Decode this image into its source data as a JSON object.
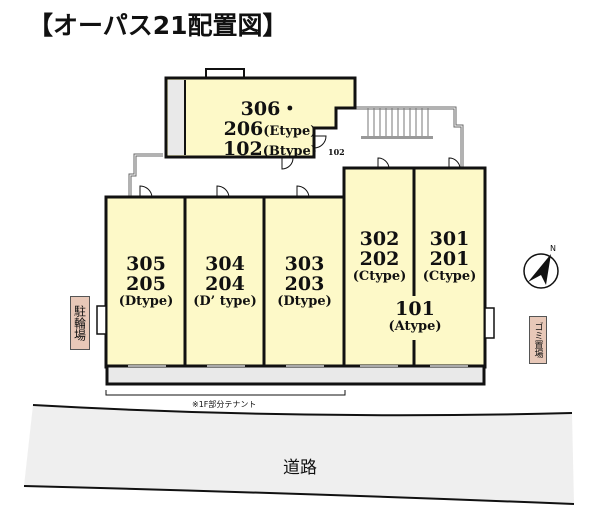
{
  "title": "【オーパス21配置図】",
  "colors": {
    "unit_fill": "#fdf9c8",
    "wall": "#111111",
    "balcony": "#e9e9e9",
    "road": "#efefef",
    "tag_fill": "#e8c8b8"
  },
  "units": [
    {
      "id": "unit-306-206-102",
      "line1": "306・206",
      "type1": "(Etype)",
      "line2": "102",
      "type2": "(Btype)"
    },
    {
      "id": "unit-305-205",
      "line1": "305",
      "line2": "205",
      "type": "(Dtype)"
    },
    {
      "id": "unit-304-204",
      "line1": "304",
      "line2": "204",
      "type": "(D’ type)"
    },
    {
      "id": "unit-303-203",
      "line1": "303",
      "line2": "203",
      "type": "(Dtype)"
    },
    {
      "id": "unit-302-202",
      "line1": "302",
      "line2": "202",
      "type": "(Ctype)"
    },
    {
      "id": "unit-301-201",
      "line1": "301",
      "line2": "201",
      "type": "(Ctype)"
    },
    {
      "id": "unit-101",
      "line1": "101",
      "type": "(Atype)"
    }
  ],
  "door_label_102": "102",
  "bicycle_parking": "駐輪場",
  "garbage_area": "ゴミ置場",
  "tenant_note": "※1F部分テナント",
  "road": "道路",
  "compass": {
    "label": "N",
    "icon": "compass-north-arrow"
  }
}
